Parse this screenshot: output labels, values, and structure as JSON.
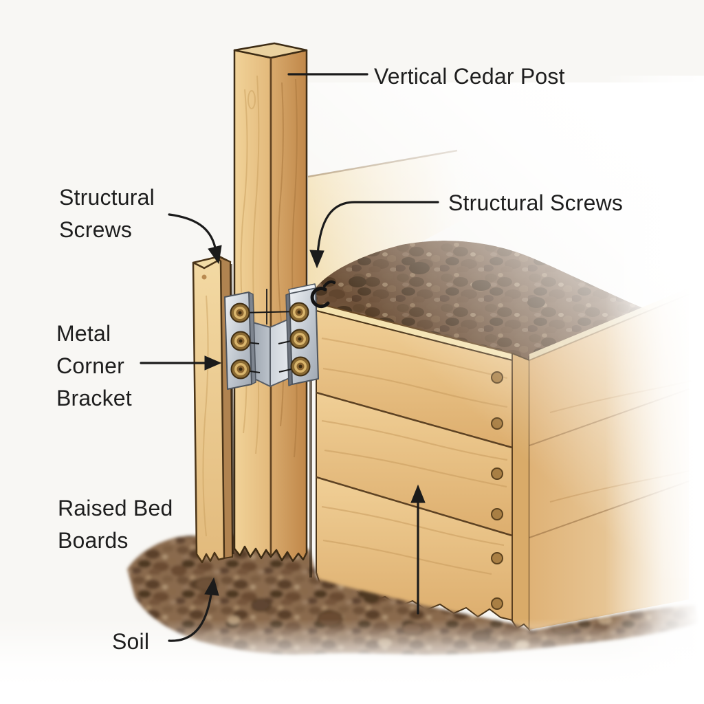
{
  "figure_labels": {
    "vertical_cedar_post": "Vertical Cedar Post",
    "structural_screws_left": {
      "line1": "Structural",
      "line2": "Screws"
    },
    "structural_screws_right": "Structural Screws",
    "metal_corner_bracket": {
      "line1": "Metal",
      "line2": "Corner",
      "line3": "Bracket"
    },
    "raised_bed_boards": {
      "line1": "Raised Bed",
      "line2": "Boards"
    },
    "soil": "Soil"
  },
  "colors": {
    "background": "#f8f7f4",
    "label_text": "#1e1e1e",
    "leader_line": "#1b1b1b",
    "wood_light": "#f1d096",
    "wood_mid": "#e0b478",
    "wood_dark": "#c89459",
    "metal_bracket": "#c3cad2",
    "brass_screw": "#d9b56c",
    "soil_dark": "#5a4129",
    "soil_mid": "#8a6b4e"
  }
}
